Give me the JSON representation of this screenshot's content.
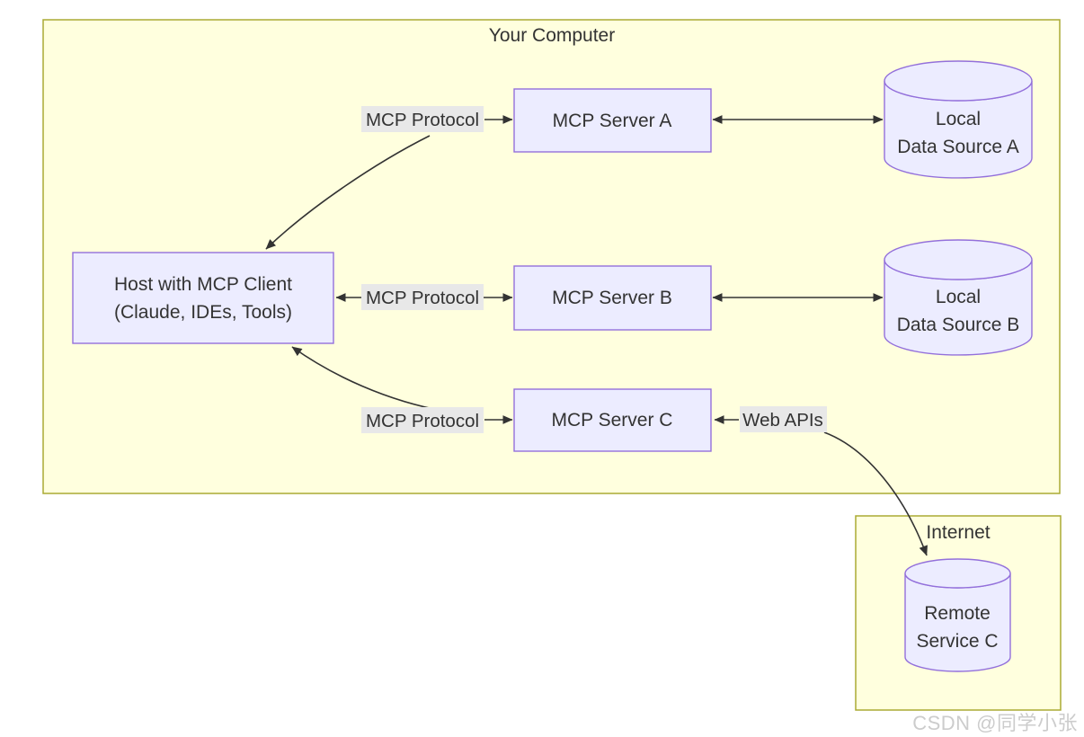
{
  "diagram": {
    "clusters": {
      "your_computer": {
        "label": "Your Computer"
      },
      "internet": {
        "label": "Internet"
      }
    },
    "nodes": {
      "host": {
        "line1": "Host with MCP Client",
        "line2": "(Claude, IDEs, Tools)"
      },
      "server_a": {
        "label": "MCP Server A"
      },
      "server_b": {
        "label": "MCP Server B"
      },
      "server_c": {
        "label": "MCP Server C"
      },
      "data_source_a": {
        "line1": "Local",
        "line2": "Data Source A"
      },
      "data_source_b": {
        "line1": "Local",
        "line2": "Data Source B"
      },
      "remote_service_c": {
        "line1": "Remote",
        "line2": "Service C"
      }
    },
    "edge_labels": {
      "protocol_a": "MCP Protocol",
      "protocol_b": "MCP Protocol",
      "protocol_c": "MCP Protocol",
      "web_apis": "Web APIs"
    },
    "colors": {
      "cluster_fill": "#ffffde",
      "cluster_border": "#aaaa33",
      "node_fill": "#ececff",
      "node_border": "#9370db",
      "edge_color": "#333333",
      "label_bg": "#e8e8e8",
      "text_color": "#333333",
      "watermark_color": "#cccccc"
    }
  },
  "watermark": "CSDN @同学小张"
}
